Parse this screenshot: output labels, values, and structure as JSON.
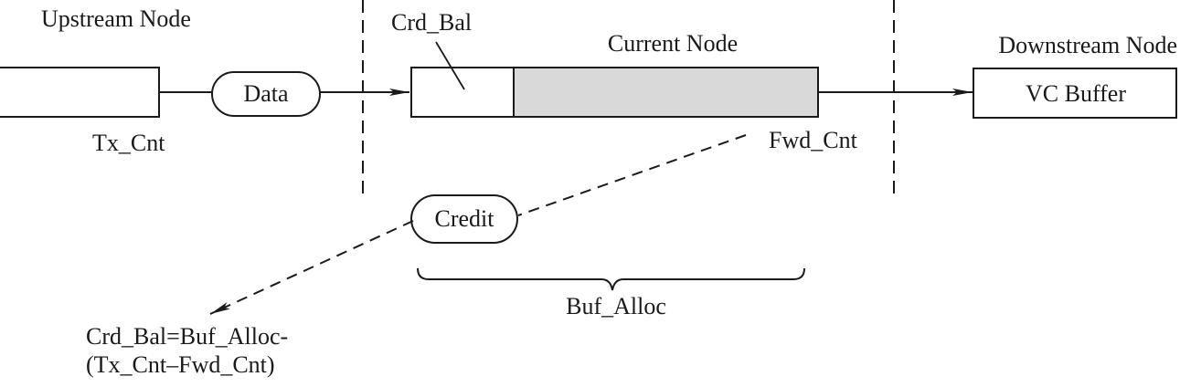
{
  "labels": {
    "upstream_node": "Upstream Node",
    "current_node": "Current Node",
    "downstream_node": "Downstream Node",
    "crd_bal": "Crd_Bal",
    "data_packet": "Data",
    "vc_buffer": "VC Buffer",
    "tx_cnt": "Tx_Cnt",
    "fwd_cnt": "Fwd_Cnt",
    "credit_packet": "Credit",
    "buf_alloc": "Buf_Alloc"
  },
  "formula": {
    "line1": "Crd_Bal=Buf_Alloc-",
    "line2": "(Tx_Cnt–Fwd_Cnt)"
  },
  "colors": {
    "stroke": "#1a1a1a",
    "buffer_fill": "#d9d9d9",
    "background": "#ffffff"
  }
}
